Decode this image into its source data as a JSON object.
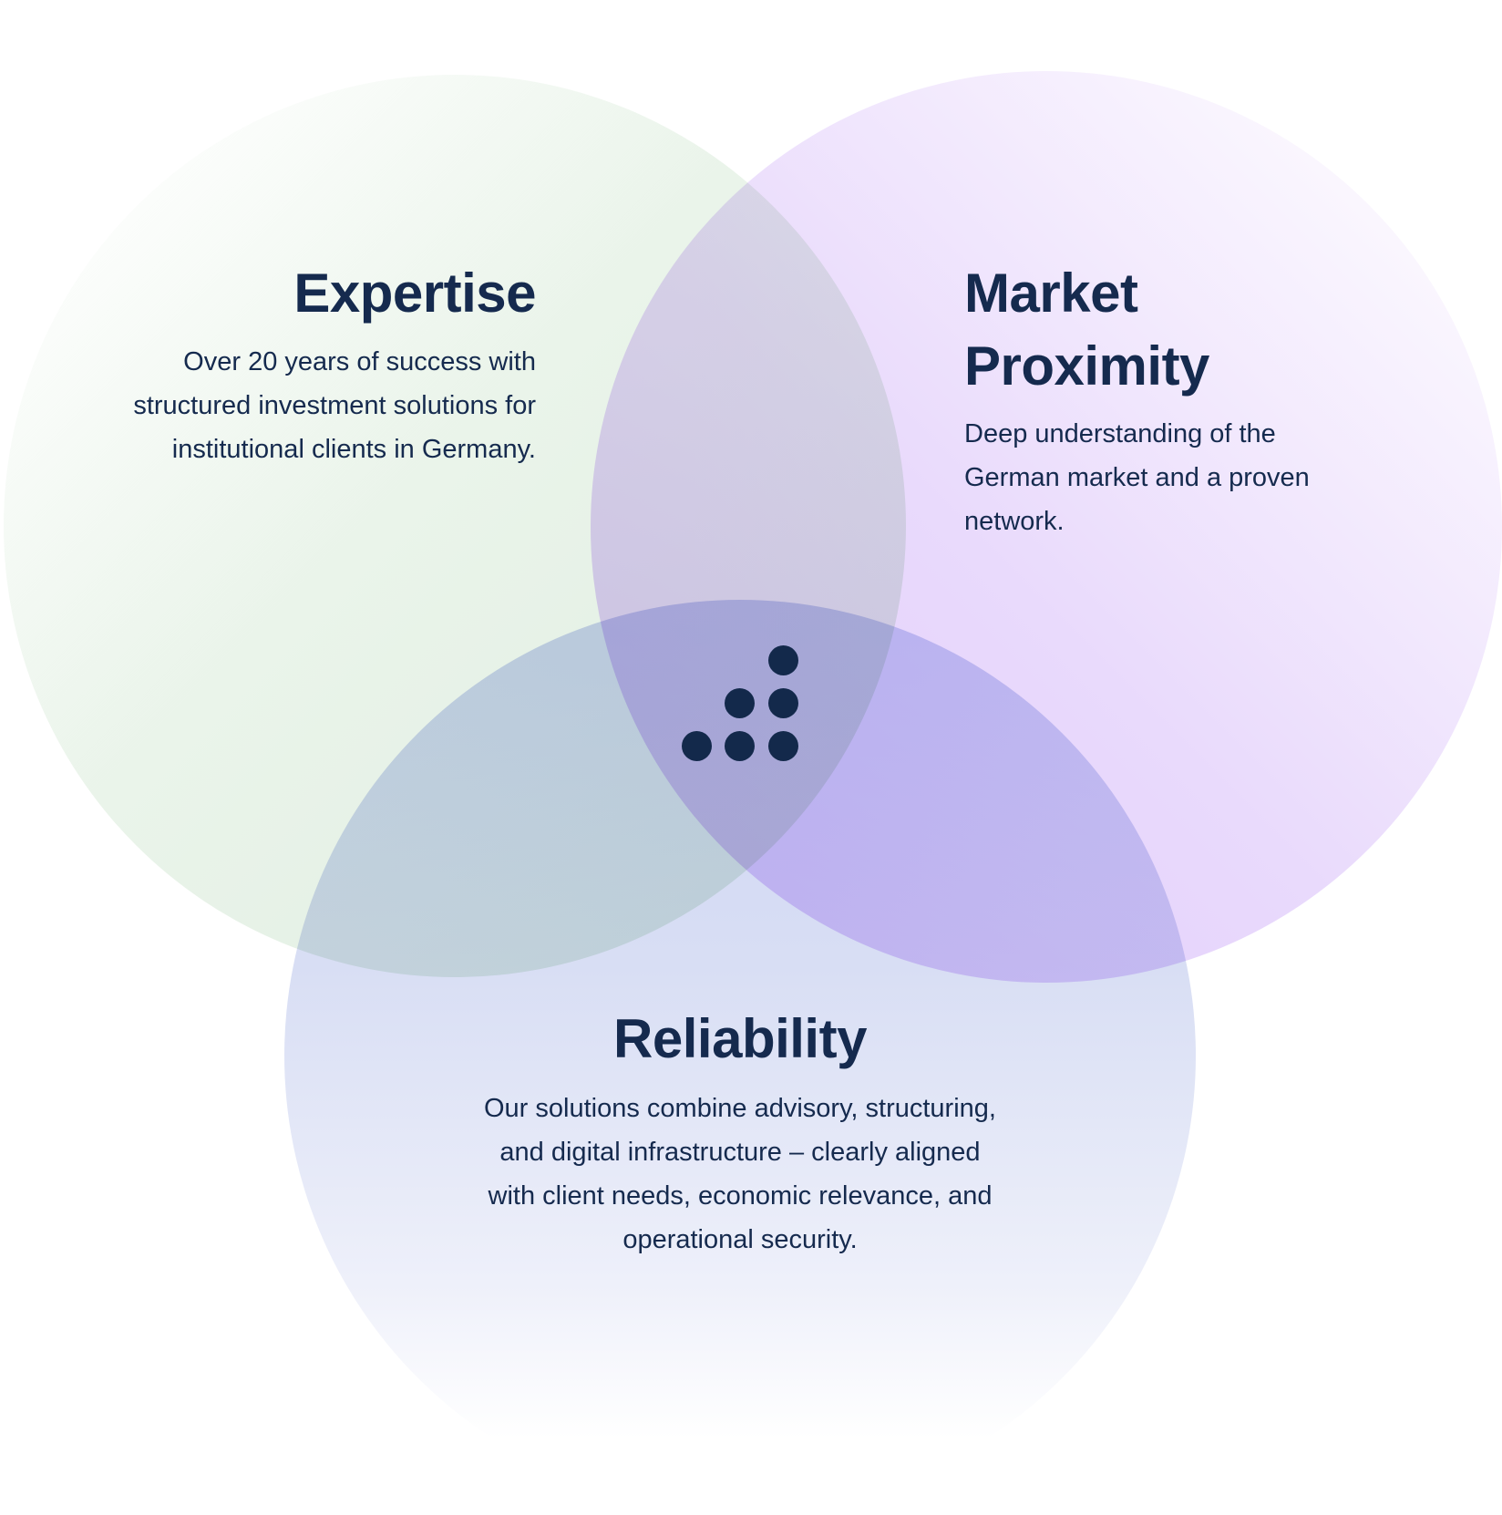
{
  "colors": {
    "text": "#152a4e",
    "logo": "#13294b",
    "expertise": "#e2efe3",
    "market": "#e2cdfb",
    "reliability": "#cdd4f3"
  },
  "logo": {
    "icon": "dot-staircase-logo-icon"
  },
  "expertise": {
    "title": "Expertise",
    "lines": [
      "Over 20 years of success with",
      "structured investment solutions for",
      "institutional clients in Germany."
    ]
  },
  "market": {
    "title_lines": [
      "Market",
      "Proximity"
    ],
    "lines": [
      "Deep understanding of the",
      "German market and a proven",
      "network."
    ]
  },
  "reliability": {
    "title": "Reliability",
    "lines": [
      "Our solutions combine advisory, structuring,",
      "and digital infrastructure – clearly aligned",
      "with client needs, economic relevance, and",
      "operational security."
    ]
  }
}
